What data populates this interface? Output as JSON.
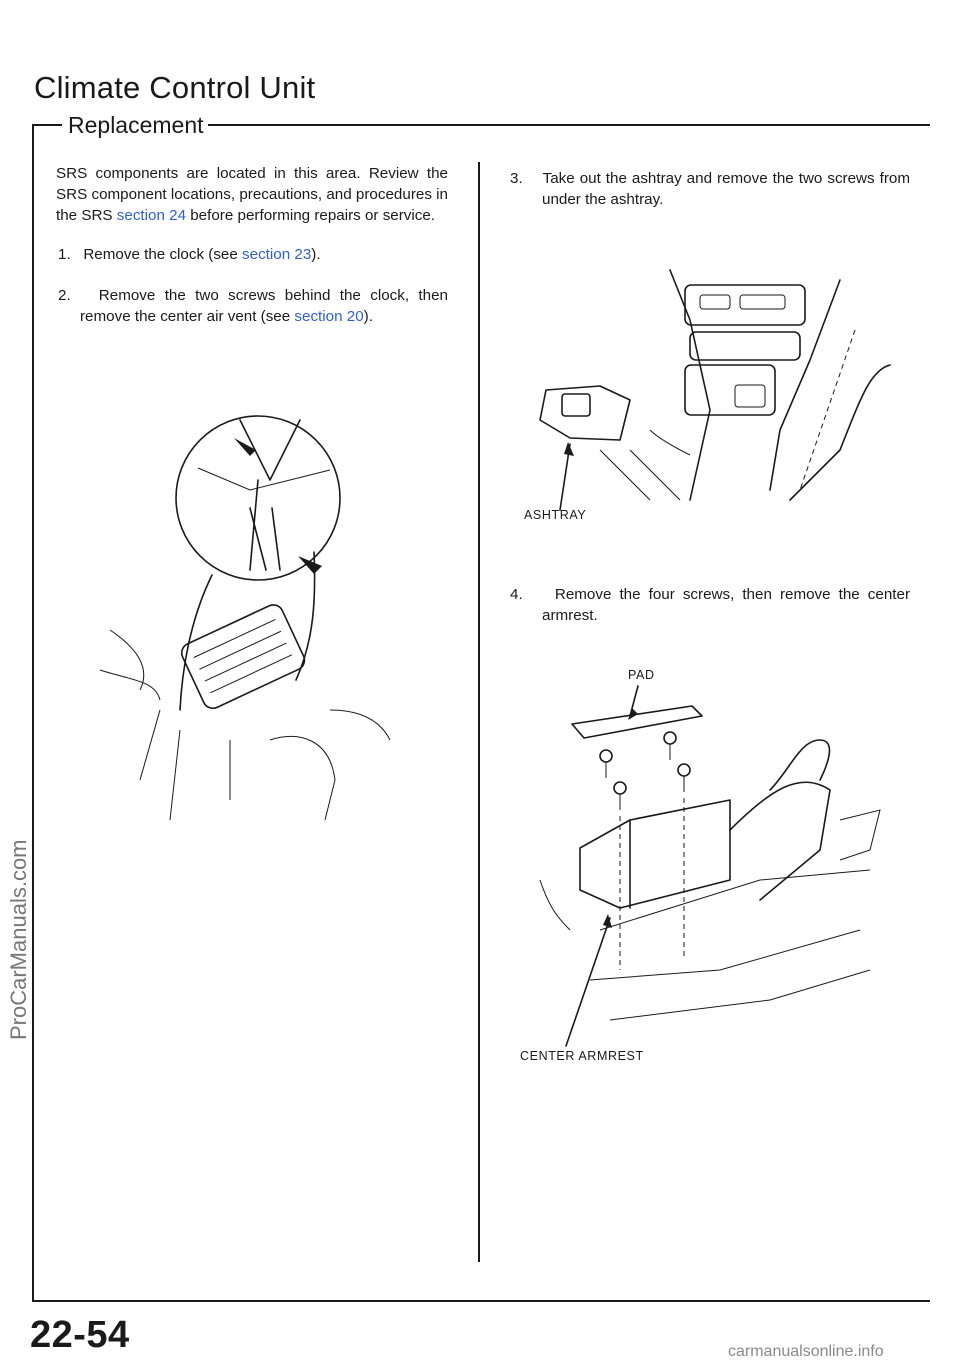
{
  "header": {
    "title": "Climate Control Unit",
    "section": "Replacement"
  },
  "intro": {
    "text_before_link": "SRS components are located in this area. Review the SRS component locations, precautions, and procedures in the SRS ",
    "link": "section 24",
    "text_after_link": " before performing repairs or service."
  },
  "steps": [
    {
      "number": "1.",
      "text_before_link": "Remove the clock (see ",
      "link": "section 23",
      "text_after_link": ")."
    },
    {
      "number": "2.",
      "text_before_link": "Remove the two screws behind the clock, then remove the center air vent (see ",
      "link": "section 20",
      "text_after_link": ")."
    },
    {
      "number": "3.",
      "text": "Take out the ashtray and remove the two screws from under the ashtray."
    },
    {
      "number": "4.",
      "text": "Remove the four screws, then remove the center armrest."
    }
  ],
  "figures": {
    "ashtray_label": "ASHTRAY",
    "pad_label": "PAD",
    "armrest_label": "CENTER ARMREST"
  },
  "watermark": "ProCarManuals.com",
  "footer": {
    "page_number": "22-54",
    "site": "carmanualsonline.info"
  },
  "colors": {
    "link": "#2f5fd0",
    "text": "#1a1a1a"
  }
}
